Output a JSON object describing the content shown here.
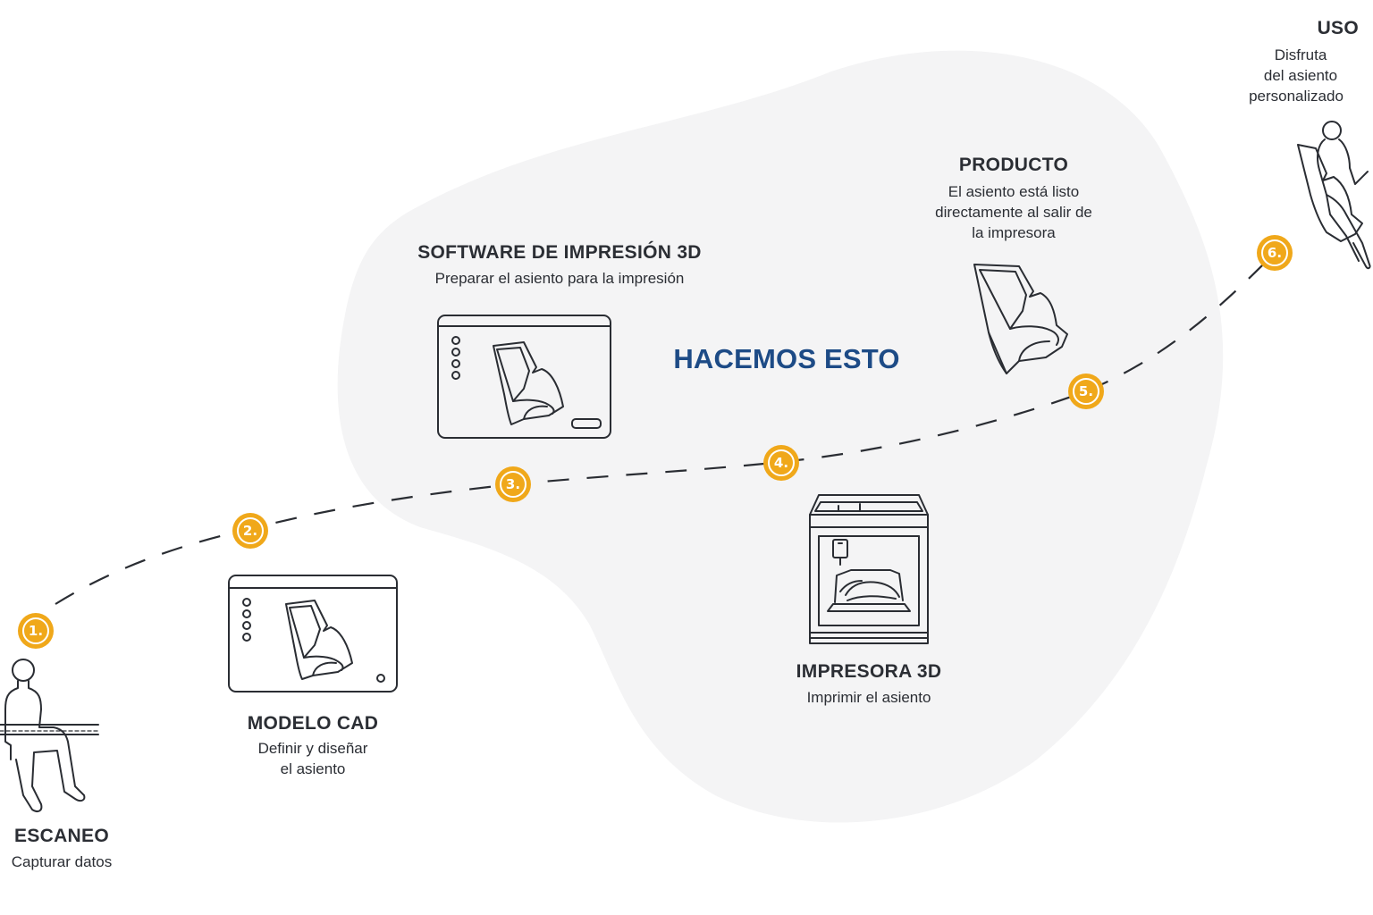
{
  "center_title": "HACEMOS ESTO",
  "steps": [
    {
      "badge": "1.",
      "title": "ESCANEO",
      "lines": [
        "Capturar datos"
      ]
    },
    {
      "badge": "2.",
      "title": "MODELO CAD",
      "lines": [
        "Definir y diseñar",
        "el asiento"
      ]
    },
    {
      "badge": "3.",
      "title": "SOFTWARE DE IMPRESIÓN 3D",
      "lines": [
        "Preparar el asiento para la impresión"
      ]
    },
    {
      "badge": "4.",
      "title": "IMPRESORA 3D",
      "lines": [
        "Imprimir el asiento"
      ]
    },
    {
      "badge": "5.",
      "title": "PRODUCTO",
      "lines": [
        "El asiento está listo",
        "directamente al salir de",
        "la impresora"
      ]
    },
    {
      "badge": "6.",
      "title": "USO",
      "lines": [
        "Disfruta",
        "del asiento",
        "personalizado"
      ]
    }
  ],
  "colors": {
    "badge": "#f0a81a",
    "accent_title": "#1d4b86",
    "text": "#2b2e34",
    "blob": "#f4f4f5",
    "line": "#2a2d33"
  },
  "icons": [
    "seated-person-scan-icon",
    "cad-screen-icon",
    "print-software-screen-icon",
    "3d-printer-icon",
    "printed-seat-icon",
    "person-in-seat-icon"
  ]
}
